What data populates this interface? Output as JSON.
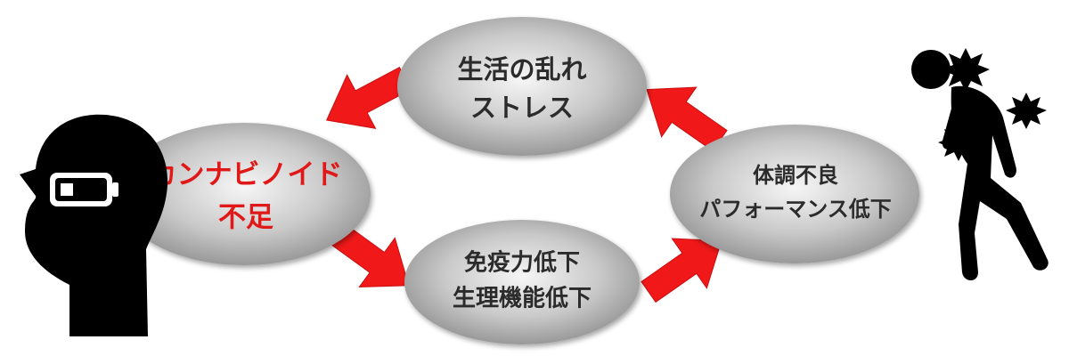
{
  "nodes": {
    "lifestyle": {
      "line1": "生活の乱れ",
      "line2": "ストレス"
    },
    "deficiency": {
      "line1": "カンナビノイド",
      "line2": "不足"
    },
    "immunity": {
      "line1": "免疫力低下",
      "line2": "生理機能低下"
    },
    "condition": {
      "line1": "体調不良",
      "line2": "パフォーマンス低下"
    }
  },
  "colors": {
    "arrow": "#f01818",
    "highlight_text": "#e01818",
    "node_text": "#2b2b2b",
    "node_fill_center": "#f4f4f4",
    "node_fill_edge": "#8c8c8c",
    "icon": "#000000"
  },
  "icons": {
    "head": "head-with-low-battery-icon",
    "person": "person-in-pain-icon"
  }
}
